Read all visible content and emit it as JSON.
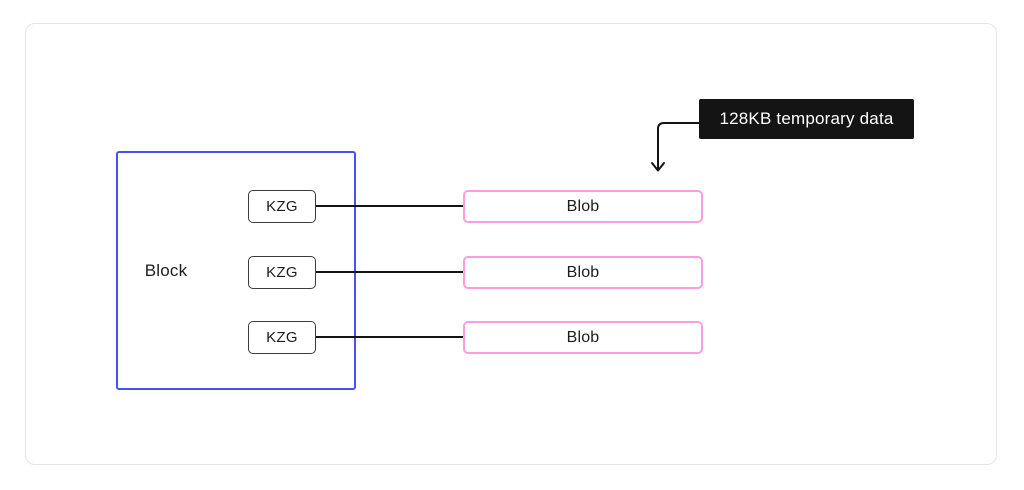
{
  "diagram": {
    "block_label": "Block",
    "rows": [
      {
        "kzg": "KZG",
        "blob": "Blob"
      },
      {
        "kzg": "KZG",
        "blob": "Blob"
      },
      {
        "kzg": "KZG",
        "blob": "Blob"
      }
    ],
    "annotation": {
      "label": "128KB temporary data"
    },
    "colors": {
      "page_bg": "#ffffff",
      "card_border": "#e5e5e5",
      "block_border": "#4653f2",
      "kzg_border": "#3c3c3c",
      "blob_border": "#fc9ce1",
      "connector": "#141414",
      "annotation_bg": "#141414",
      "annotation_text": "#ffffff",
      "text": "#1c1c1c"
    }
  }
}
